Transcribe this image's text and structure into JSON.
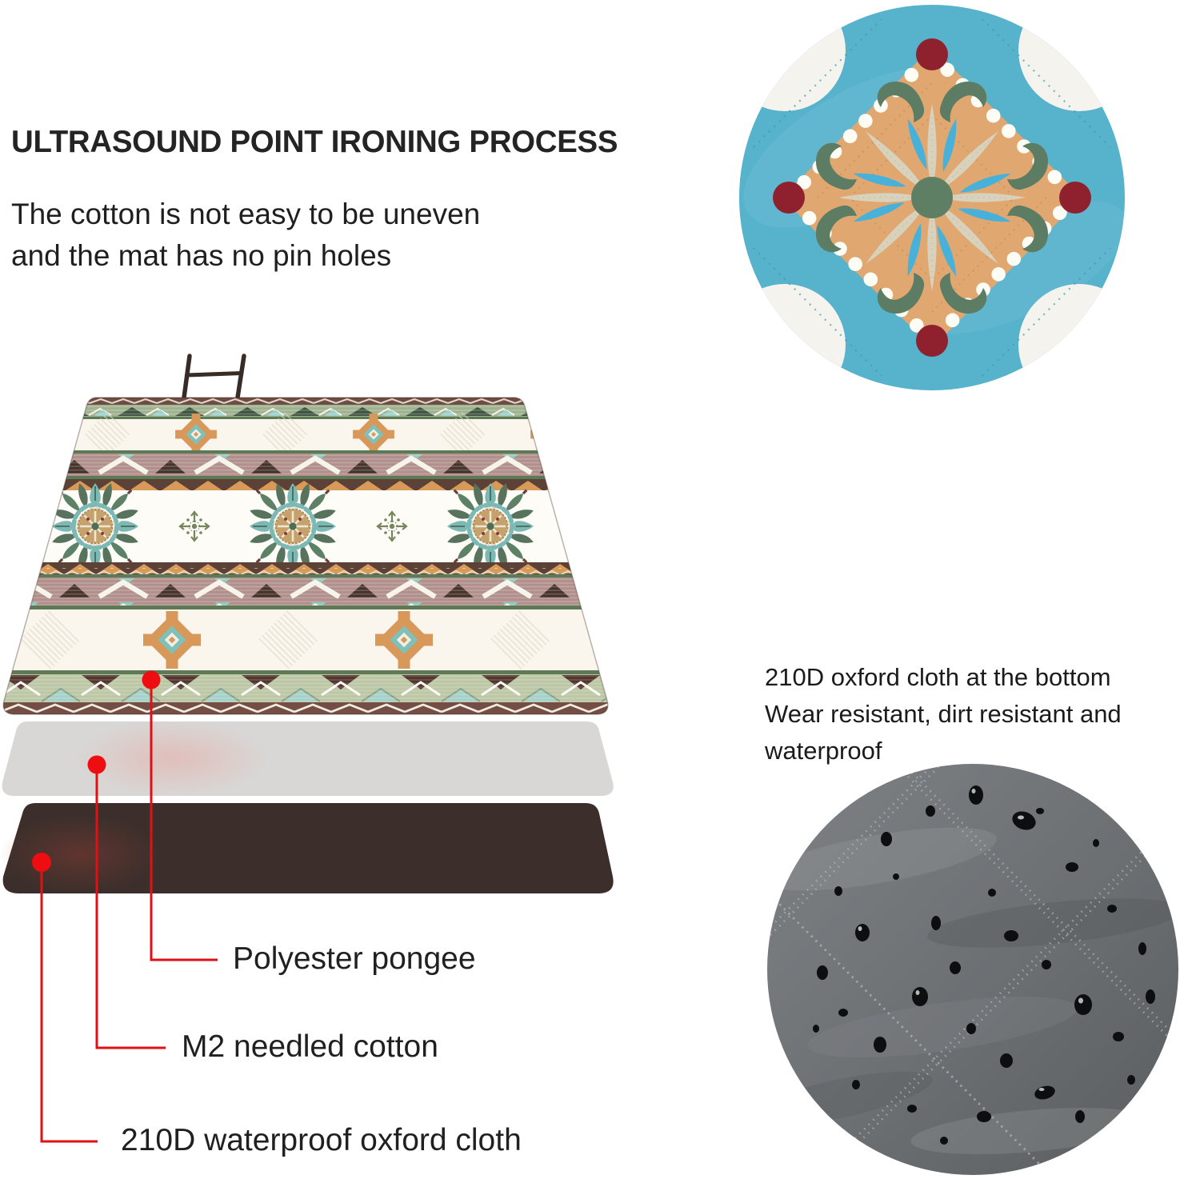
{
  "header": {
    "title": "ULTRASOUND POINT IRONING PROCESS",
    "subtitle_line1": "The cotton is not easy to be uneven",
    "subtitle_line2": "and the mat has no pin holes"
  },
  "oxford_note": {
    "line1": "210D oxford cloth at the bottom",
    "line2": "Wear resistant, dirt resistant and",
    "line3": "waterproof"
  },
  "layer_labels": {
    "polyester": "Polyester pongee",
    "cotton": "M2 needled cotton",
    "oxford": "210D waterproof oxford cloth"
  },
  "colors": {
    "accent_red": "#e51015",
    "text_dark": "#222222",
    "tile_blue": "#57b2cc",
    "tile_orange": "#e0a771",
    "tile_red": "#8e212d",
    "tile_green": "#5d7c64",
    "mat_orange": "#d8985a",
    "mat_teal": "#7fc0ba",
    "mat_sage": "#9fb28f",
    "mat_maroon": "#6f4b45",
    "mat_brown": "#5c4136",
    "mat_mauve": "#b18f8b",
    "layer_gray": "#d8d7d5",
    "layer_darkbrown": "#3c2f2b"
  }
}
